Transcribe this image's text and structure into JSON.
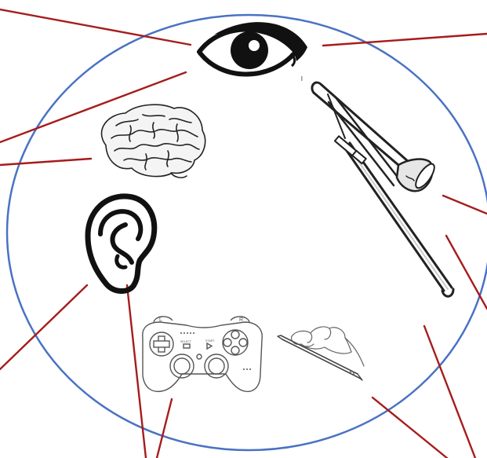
{
  "diagram": {
    "colors": {
      "circle": "#4a72c4",
      "connector": "#a61c1c",
      "ink": "#111111",
      "sketch": "#666666"
    },
    "icons": [
      "eye-icon",
      "brain-icon",
      "ear-icon",
      "trombone-icon",
      "game-controller-icon",
      "hand-writing-icon"
    ],
    "controller_labels": {
      "left_shoulder": "L",
      "right_shoulder": "R",
      "select": "SELECT",
      "start": "START"
    }
  }
}
